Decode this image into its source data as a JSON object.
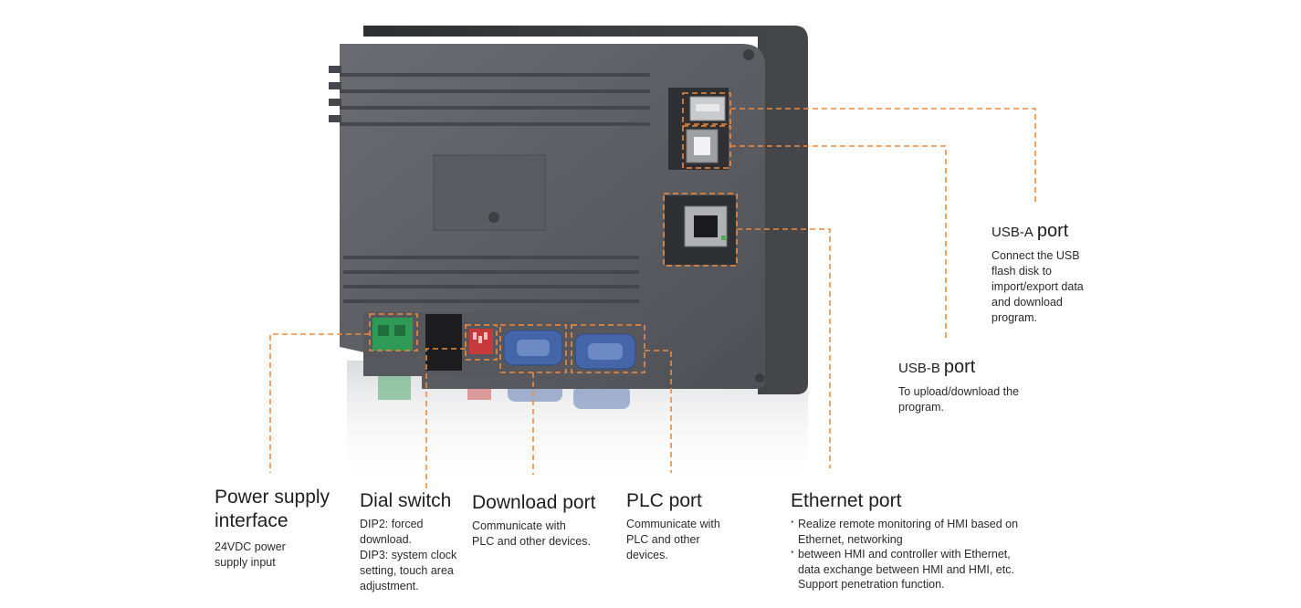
{
  "colors": {
    "leader_line": "#f08a3c",
    "device_body": "#5c5e63",
    "device_bezel": "#3a3b3e",
    "connector_green": "#2f9a55",
    "dip_red": "#c83a3a",
    "db9_blue": "#4466a8"
  },
  "callouts": {
    "usb_a": {
      "title_prefix": "USB-A",
      "title_suffix": "port",
      "lines": [
        "Connect the USB",
        "flash disk to",
        "import/export data",
        "and download",
        "program."
      ]
    },
    "usb_b": {
      "title_prefix": "USB-B",
      "title_suffix": "port",
      "lines": [
        "To upload/download the",
        "program."
      ]
    },
    "power": {
      "title": "Power supply\ninterface",
      "lines": [
        "24VDC power",
        "supply input"
      ]
    },
    "dial": {
      "title": "Dial switch",
      "lines": [
        "DIP2: forced",
        "download.",
        "DIP3: system clock",
        "setting, touch area",
        "adjustment."
      ]
    },
    "download": {
      "title": "Download port",
      "lines": [
        "Communicate with",
        "PLC and other devices."
      ]
    },
    "plc": {
      "title": "PLC port",
      "lines": [
        "Communicate with",
        "PLC and other",
        "devices."
      ]
    },
    "ethernet": {
      "title": "Ethernet port",
      "bullets": [
        "Realize remote monitoring of HMI based on Ethernet, networking",
        "between HMI and controller with Ethernet, data exchange between HMI and HMI, etc. Support penetration function."
      ]
    }
  }
}
